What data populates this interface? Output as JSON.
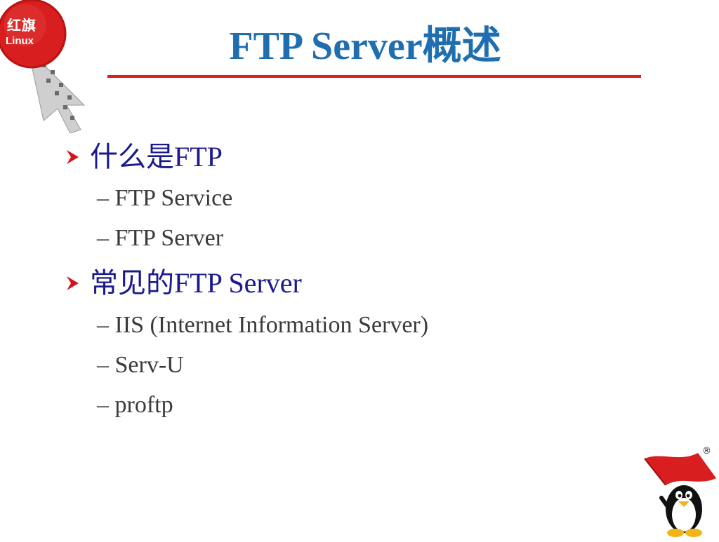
{
  "logo": {
    "cn": "红旗",
    "en": "Linux"
  },
  "title": "FTP Server概述",
  "bullets": [
    {
      "label": "什么是FTP",
      "subs": [
        "– FTP Service",
        "– FTP Server"
      ]
    },
    {
      "label": "常见的FTP Server",
      "subs": [
        "– IIS (Internet Information Server)",
        "– Serv-U",
        "– proftp"
      ]
    }
  ],
  "mascot": {
    "mark": "®"
  },
  "colors": {
    "title": "#1f6fb0",
    "rule": "#e01b1b",
    "bullet_text": "#1a1a8c",
    "sub_text": "#3a3a3a",
    "arrow": "#d4141c"
  }
}
